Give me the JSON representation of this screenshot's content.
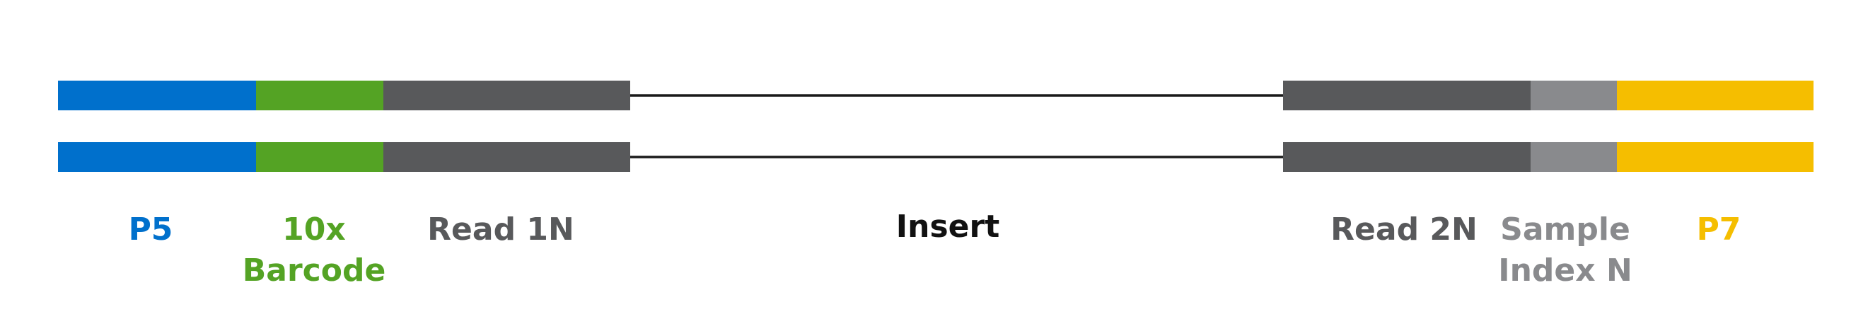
{
  "colors": {
    "p5": "#0070CC",
    "barcode": "#54A324",
    "read": "#58595B",
    "index": "#898A8D",
    "p7": "#F5BE00",
    "insert_line": "#1A1A1A",
    "insert_text": "#111111",
    "background": "#FFFFFF"
  },
  "strands": [
    {
      "name": "top-strand"
    },
    {
      "name": "bottom-strand"
    }
  ],
  "segments": [
    {
      "name": "p5",
      "color_key": "p5"
    },
    {
      "name": "barcode",
      "color_key": "barcode"
    },
    {
      "name": "read1",
      "color_key": "read"
    },
    {
      "name": "insert",
      "color_key": "insert_line"
    },
    {
      "name": "read2",
      "color_key": "read"
    },
    {
      "name": "sample-index",
      "color_key": "index"
    },
    {
      "name": "p7",
      "color_key": "p7"
    }
  ],
  "labels": {
    "p5": {
      "line1": "P5",
      "line2": ""
    },
    "barcode": {
      "line1": "10x",
      "line2": "Barcode"
    },
    "read1": {
      "line1": "Read 1N",
      "line2": ""
    },
    "insert": {
      "line1": "Insert",
      "line2": ""
    },
    "read2": {
      "line1": "Read 2N",
      "line2": ""
    },
    "sample_index": {
      "line1": "Sample",
      "line2": "Index N"
    },
    "p7": {
      "line1": "P7",
      "line2": ""
    }
  }
}
